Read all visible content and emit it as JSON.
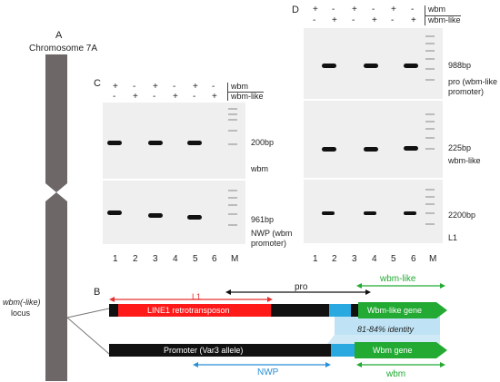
{
  "panelA": {
    "letter": "A",
    "title": "Chromosome 7A",
    "locus_italic": "wbm(-like)",
    "locus_word": "locus",
    "colors": {
      "chromosome": "#6e6767"
    }
  },
  "panelC": {
    "letter": "C",
    "rows": [
      {
        "label": "wbm",
        "signs": [
          "+",
          "-",
          "+",
          "-",
          "+",
          "-"
        ]
      },
      {
        "label": "wbm-like",
        "signs": [
          "-",
          "+",
          "-",
          "+",
          "-",
          "+"
        ]
      }
    ],
    "gel_top": {
      "size_label": "200bp",
      "name": "wbm"
    },
    "gel_bottom": {
      "size_label": "961bp",
      "name_line1": "NWP (wbm",
      "name_line2": "promoter)"
    },
    "lanes": [
      "1",
      "2",
      "3",
      "4",
      "5",
      "6",
      "M"
    ]
  },
  "panelD": {
    "letter": "D",
    "rows": [
      {
        "label": "wbm",
        "signs": [
          "+",
          "-",
          "+",
          "-",
          "+",
          "-"
        ]
      },
      {
        "label": "wbm-like",
        "signs": [
          "-",
          "+",
          "-",
          "+",
          "-",
          "+"
        ]
      }
    ],
    "gel_top": {
      "size_label": "988bp",
      "name_line1": "pro (wbm-like",
      "name_line2": "promoter)"
    },
    "gel_mid": {
      "size_label": "225bp",
      "name": "wbm-like"
    },
    "gel_bottom": {
      "size_label": "2200bp",
      "name": "L1"
    },
    "lanes": [
      "1",
      "2",
      "3",
      "4",
      "5",
      "6",
      "M"
    ]
  },
  "panelB": {
    "letter": "B",
    "top_gene": {
      "retro_label": "LINE1 retrotransposon",
      "gene_label": "Wbm-like gene"
    },
    "bottom_gene": {
      "promoter_label": "Promoter (Var3 allele)",
      "gene_label": "Wbm gene"
    },
    "identity": "81-84% identity",
    "arrows": {
      "L1": "L1",
      "pro": "pro",
      "wbm_like": "wbm-like",
      "NWP": "NWP",
      "wbm": "wbm"
    },
    "colors": {
      "retro": "#ff1a1a",
      "promoter": "#111111",
      "gene": "#22aa33",
      "blue": "#2aa8e0",
      "identity_fill": "#bfe3f5",
      "L1_arrow": "#e53030",
      "pro_arrow": "#111111",
      "green_arrow": "#22aa33",
      "NWP_arrow": "#2a8fd6"
    }
  }
}
